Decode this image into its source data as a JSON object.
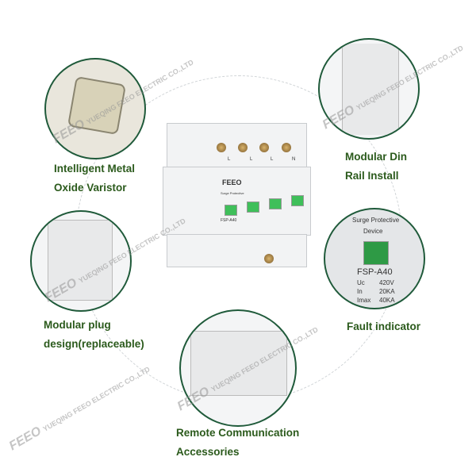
{
  "features": [
    {
      "line1": "Intelligent Metal",
      "line2": "Oxide Varistor"
    },
    {
      "line1": "Modular Din",
      "line2": "Rail Install"
    },
    {
      "line1": "Modular plug",
      "line2": "design(replaceable)"
    },
    {
      "line1": "Fault indicator",
      "line2": ""
    },
    {
      "line1": "Remote Communication",
      "line2": "Accessories"
    }
  ],
  "product": {
    "brand": "FEEO",
    "subtitle": "Surge Protective",
    "subtitle2": "Device",
    "model": "FSP-A40",
    "terminals": [
      "L",
      "L",
      "L",
      "N"
    ],
    "specs": [
      {
        "k": "Uc",
        "v": "420V"
      },
      {
        "k": "In",
        "v": "20KA"
      },
      {
        "k": "Imax",
        "v": "40KA"
      }
    ]
  },
  "watermark": {
    "logo": "FEEO",
    "text": "YUEQING FEEO ELECTRIC CO.,LTD"
  },
  "colors": {
    "label": "#2b5a1c",
    "circle_border": "#1f5a3a",
    "indicator": "#3fbf5a"
  }
}
